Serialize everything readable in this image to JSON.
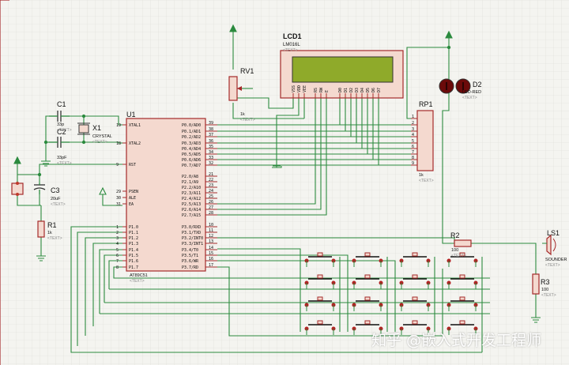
{
  "components": {
    "lcd": {
      "ref": "LCD1",
      "part": "LM016L",
      "text": "<TEXT>",
      "pins": [
        "VSS",
        "VDD",
        "VEE",
        "RS",
        "RW",
        "E",
        "D0",
        "D1",
        "D2",
        "D3",
        "D4",
        "D5",
        "D6",
        "D7"
      ]
    },
    "pot": {
      "ref": "RV1",
      "value": "1k",
      "text": "<TEXT>"
    },
    "mcu": {
      "ref": "U1",
      "part": "AT89C51",
      "text": "<TEXT>",
      "left_pins": [
        {
          "num": "19",
          "name": "XTAL1"
        },
        {
          "num": "18",
          "name": "XTAL2"
        },
        {
          "num": "9",
          "name": "RST"
        },
        {
          "num": "29",
          "name": "PSEN"
        },
        {
          "num": "30",
          "name": "ALE"
        },
        {
          "num": "31",
          "name": "EA"
        },
        {
          "num": "1",
          "name": "P1.0"
        },
        {
          "num": "2",
          "name": "P1.1"
        },
        {
          "num": "3",
          "name": "P1.2"
        },
        {
          "num": "4",
          "name": "P1.3"
        },
        {
          "num": "5",
          "name": "P1.4"
        },
        {
          "num": "6",
          "name": "P1.5"
        },
        {
          "num": "7",
          "name": "P1.6"
        },
        {
          "num": "8",
          "name": "P1.7"
        }
      ],
      "right_pins": [
        {
          "num": "39",
          "name": "P0.0/AD0"
        },
        {
          "num": "38",
          "name": "P0.1/AD1"
        },
        {
          "num": "37",
          "name": "P0.2/AD2"
        },
        {
          "num": "36",
          "name": "P0.3/AD3"
        },
        {
          "num": "35",
          "name": "P0.4/AD4"
        },
        {
          "num": "34",
          "name": "P0.5/AD5"
        },
        {
          "num": "33",
          "name": "P0.6/AD6"
        },
        {
          "num": "32",
          "name": "P0.7/AD7"
        },
        {
          "num": "21",
          "name": "P2.0/A8"
        },
        {
          "num": "22",
          "name": "P2.1/A9"
        },
        {
          "num": "23",
          "name": "P2.2/A10"
        },
        {
          "num": "24",
          "name": "P2.3/A11"
        },
        {
          "num": "25",
          "name": "P2.4/A12"
        },
        {
          "num": "26",
          "name": "P2.5/A13"
        },
        {
          "num": "27",
          "name": "P2.6/A14"
        },
        {
          "num": "28",
          "name": "P2.7/A15"
        },
        {
          "num": "10",
          "name": "P3.0/RXD"
        },
        {
          "num": "11",
          "name": "P3.1/TXD"
        },
        {
          "num": "12",
          "name": "P3.2/INT0"
        },
        {
          "num": "13",
          "name": "P3.3/INT1"
        },
        {
          "num": "14",
          "name": "P3.4/T0"
        },
        {
          "num": "15",
          "name": "P3.5/T1"
        },
        {
          "num": "16",
          "name": "P3.6/WR"
        },
        {
          "num": "17",
          "name": "P3.7/RD"
        }
      ]
    },
    "c1": {
      "ref": "C1",
      "value": "33p",
      "text": "<TEXT>"
    },
    "c2": {
      "ref": "C2",
      "value": "33pF",
      "text": "<TEXT>"
    },
    "c3": {
      "ref": "C3",
      "value": "20uF",
      "text": "<TEXT>"
    },
    "crystal": {
      "ref": "X1",
      "part": "CRYSTAL",
      "text": "<TEXT>"
    },
    "r1": {
      "ref": "R1",
      "value": "1k",
      "text": "<TEXT>"
    },
    "r2": {
      "ref": "R2",
      "value": "100",
      "text": "<TEXT>"
    },
    "r3": {
      "ref": "R3",
      "value": "100",
      "text": "<TEXT>"
    },
    "rp1": {
      "ref": "RP1",
      "value": "1k",
      "text": "<TEXT>",
      "pins": [
        "1",
        "2",
        "3",
        "4",
        "5",
        "6",
        "7",
        "8",
        "9"
      ]
    },
    "d2": {
      "ref": "D2",
      "part": "LED-RED",
      "text": "<TEXT>"
    },
    "ls1": {
      "ref": "LS1",
      "part": "SOUNDER",
      "text": "<TEXT>"
    }
  },
  "watermark": "知乎 @嵌入式开发工程师",
  "colors": {
    "wire": "#2b8a3e",
    "body": "#a52a2a",
    "fill": "#f4d9cf",
    "lcd_screen": "#8faa2a",
    "grid": "#dcdcd6",
    "text": "#111111"
  }
}
